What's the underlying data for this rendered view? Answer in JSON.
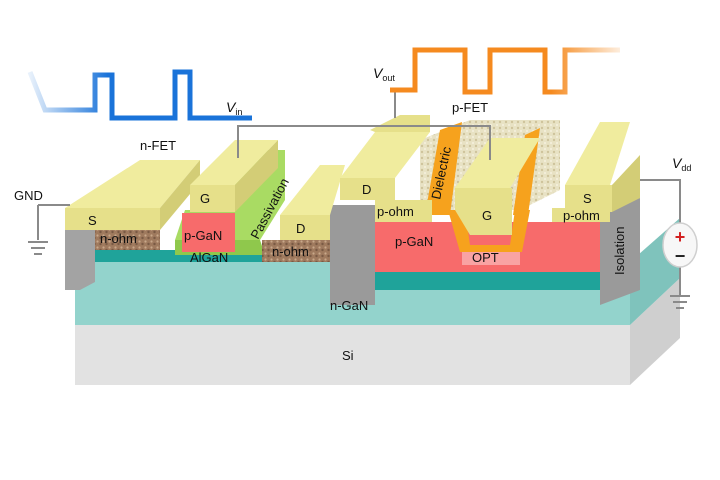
{
  "labels": {
    "nfet": "n-FET",
    "pfet": "p-FET",
    "gnd": "GND",
    "vin_v": "V",
    "vin_sub": "in",
    "vout_v": "V",
    "vout_sub": "out",
    "vdd_v": "V",
    "vdd_sub": "dd",
    "source_left": "S",
    "source_right": "S",
    "gate_n": "G",
    "gate_p": "G",
    "drain_n": "D",
    "drain_p": "D",
    "n_ohm_left": "n-ohm",
    "n_ohm_right": "n-ohm",
    "p_gan_n": "p-GaN",
    "p_gan_p": "p-GaN",
    "algan": "AlGaN",
    "passivation": "Passivation",
    "dielectric": "Dielectric",
    "p_ohm_left": "p-ohm",
    "p_ohm_right": "p-ohm",
    "opt": "OPT",
    "isolation": "Isolation",
    "n_gan": "n-GaN",
    "si": "Si",
    "plus": "+",
    "minus": "−"
  },
  "colors": {
    "contact": "#e9e48f",
    "p_gan": "#f76b6b",
    "algan": "#1fa39a",
    "n_gan": "#93d3cc",
    "si": "#e4e4e4",
    "isolation": "#9a9a9a",
    "passivation": "#a9db63",
    "dielectric": "#f6a21d",
    "ohmic": "#b08a6c",
    "vin_wave": "#1a73d9",
    "vout_wave": "#f58a1f"
  }
}
